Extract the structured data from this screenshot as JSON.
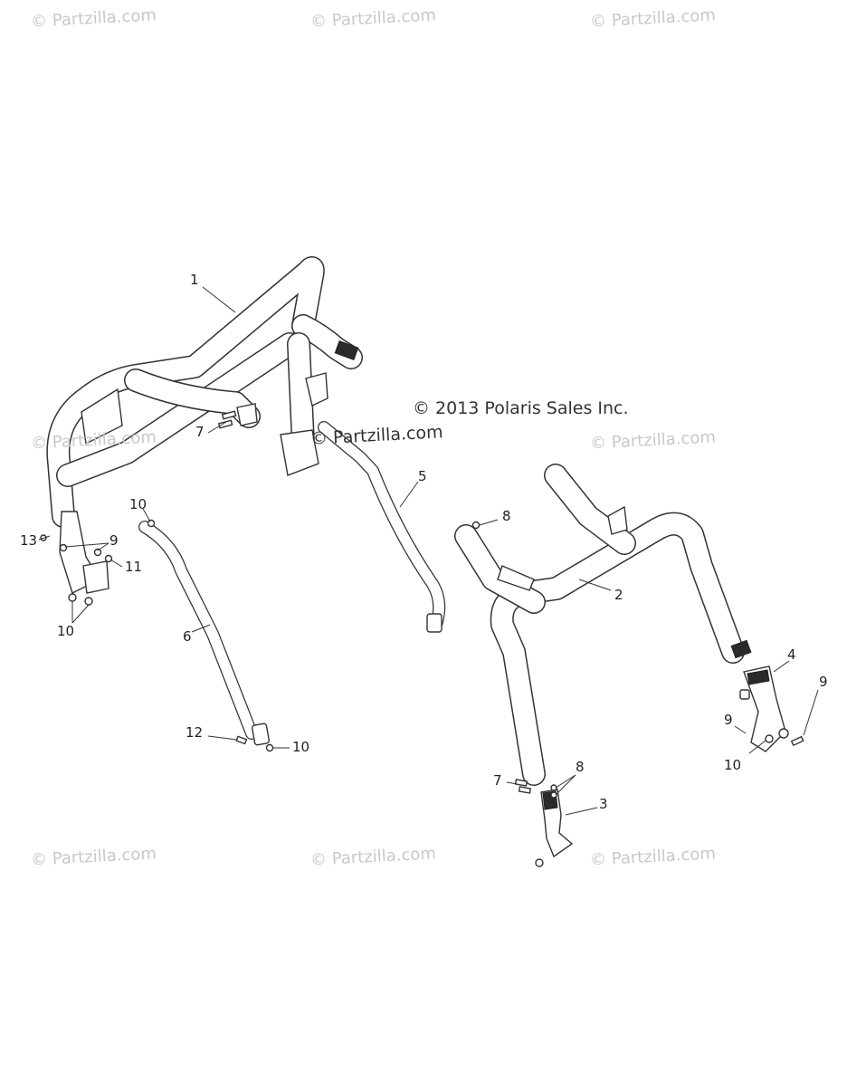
{
  "watermarks": [
    "© Partzilla.com",
    "© Partzilla.com",
    "© Partzilla.com",
    "© Partzilla.com",
    "© Partzilla.com",
    "© Partzilla.com",
    "© Partzilla.com",
    "© Partzilla.com"
  ],
  "copyright": {
    "line1": "© 2013 Polaris Sales Inc.",
    "line2": "© Partzilla.com"
  },
  "callouts": [
    "1",
    "7",
    "13",
    "9",
    "11",
    "10",
    "10",
    "6",
    "12",
    "10",
    "5",
    "8",
    "2",
    "4",
    "9",
    "9",
    "10",
    "7",
    "8",
    "3"
  ]
}
